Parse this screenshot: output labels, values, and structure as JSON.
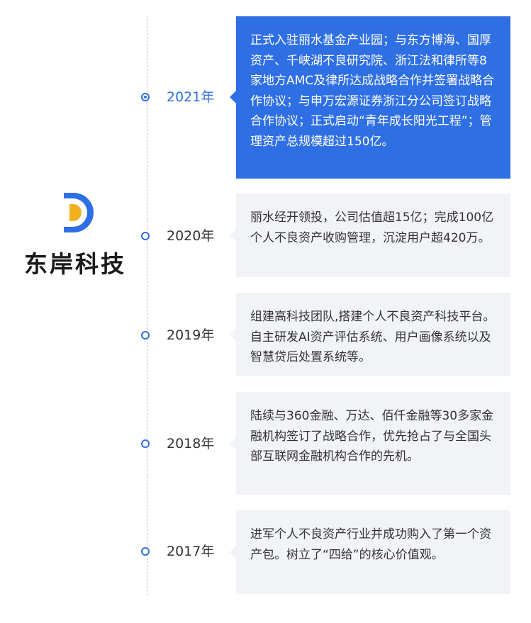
{
  "brand": {
    "name": "东岸科技",
    "logo_colors": {
      "blue": "#2f6fe4",
      "yellow": "#f2b01e"
    }
  },
  "timeline": {
    "accent_color": "#2f6fe4",
    "entries": [
      {
        "year": "2021年",
        "active": true,
        "text": "正式入驻丽水基金产业园；与东方博海、国厚资产、千峡湖不良研究院、浙江法和律所等8家地方AMC及律所达成战略合作并签署战略合作协议；与申万宏源证券浙江分公司签订战略合作协议；正式启动“青年成长阳光工程”；管理资产总规模超过150亿。"
      },
      {
        "year": "2020年",
        "active": false,
        "text": "丽水经开领投，公司估值超15亿；完成100亿个人不良资产收购管理，沉淀用户超420万。"
      },
      {
        "year": "2019年",
        "active": false,
        "text": "组建高科技团队,搭建个人不良资产科技平台。自主研发AI资产评估系统、用户画像系统以及智慧贷后处置系统等。"
      },
      {
        "year": "2018年",
        "active": false,
        "text": "陆续与360金融、万达、佰仟金融等30多家金融机构签订了战略合作，优先抢占了与全国头部互联网金融机构合作的先机。"
      },
      {
        "year": "2017年",
        "active": false,
        "text": "进军个人不良资产行业并成功购入了第一个资产包。树立了“四给”的核心价值观。"
      }
    ]
  }
}
